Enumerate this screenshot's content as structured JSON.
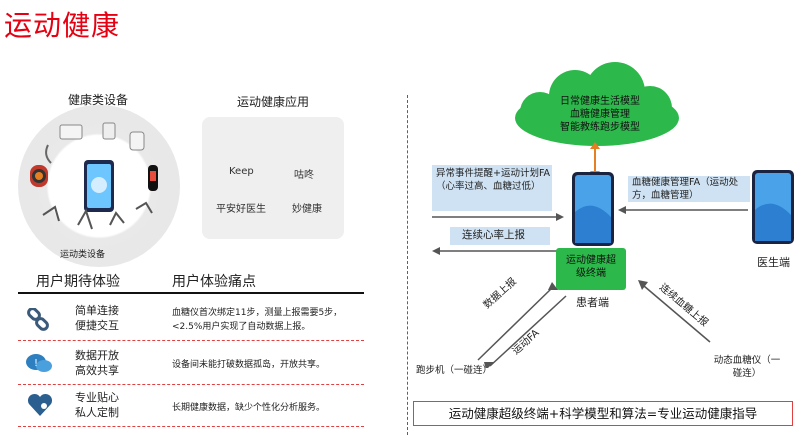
{
  "page": {
    "title": "运动健康"
  },
  "left": {
    "devices_title": "健康类设备",
    "sport_devices_label": "运动类设备",
    "apps_title": "运动健康应用",
    "apps": [
      "Keep",
      "咕咚",
      "平安好医生",
      "妙健康"
    ],
    "table": {
      "header_expectation": "用户期待体验",
      "header_pain": "用户体验痛点",
      "rows": [
        {
          "icon": "link-icon",
          "label_line1": "简单连接",
          "label_line2": "便捷交互",
          "pain": "血糖仪首次绑定11步，测量上报需要5步，<2.5%用户实现了自动数据上报。"
        },
        {
          "icon": "chat-bubbles-icon",
          "label_line1": "数据开放",
          "label_line2": "高效共享",
          "pain": "设备间未能打破数据孤岛，开放共享。"
        },
        {
          "icon": "heart-person-icon",
          "label_line1": "专业贴心",
          "label_line2": "私人定制",
          "pain": "长期健康数据，缺少个性化分析服务。"
        }
      ]
    }
  },
  "right": {
    "cloud_lines": [
      "日常健康生活模型",
      "血糖健康管理",
      "智能教练跑步模型"
    ],
    "alert_box": "异常事件提醒+运动计划FA（心率过高、血糖过低）",
    "heart_rate_report": "连续心率上报",
    "glucose_fa_box": "血糖健康管理FA（运动处方，血糖管理）",
    "terminal_box": "运动健康超级终端",
    "patient_label": "患者端",
    "doctor_label": "医生端",
    "data_report": "数据上报",
    "sport_fa": "运动FA",
    "continuous_glucose": "连续血糖上报",
    "treadmill": "跑步机（一碰连）",
    "glucometer": "动态血糖仪（一碰连）",
    "summary": "运动健康超级终端+科学模型和算法=专业运动健康指导"
  },
  "colors": {
    "title": "#e60012",
    "cloud": "#2db84b",
    "terminal": "#2db84b",
    "accent_line": "#e04040",
    "divider": "#2b6cb0",
    "box": "#cfe2f3"
  }
}
